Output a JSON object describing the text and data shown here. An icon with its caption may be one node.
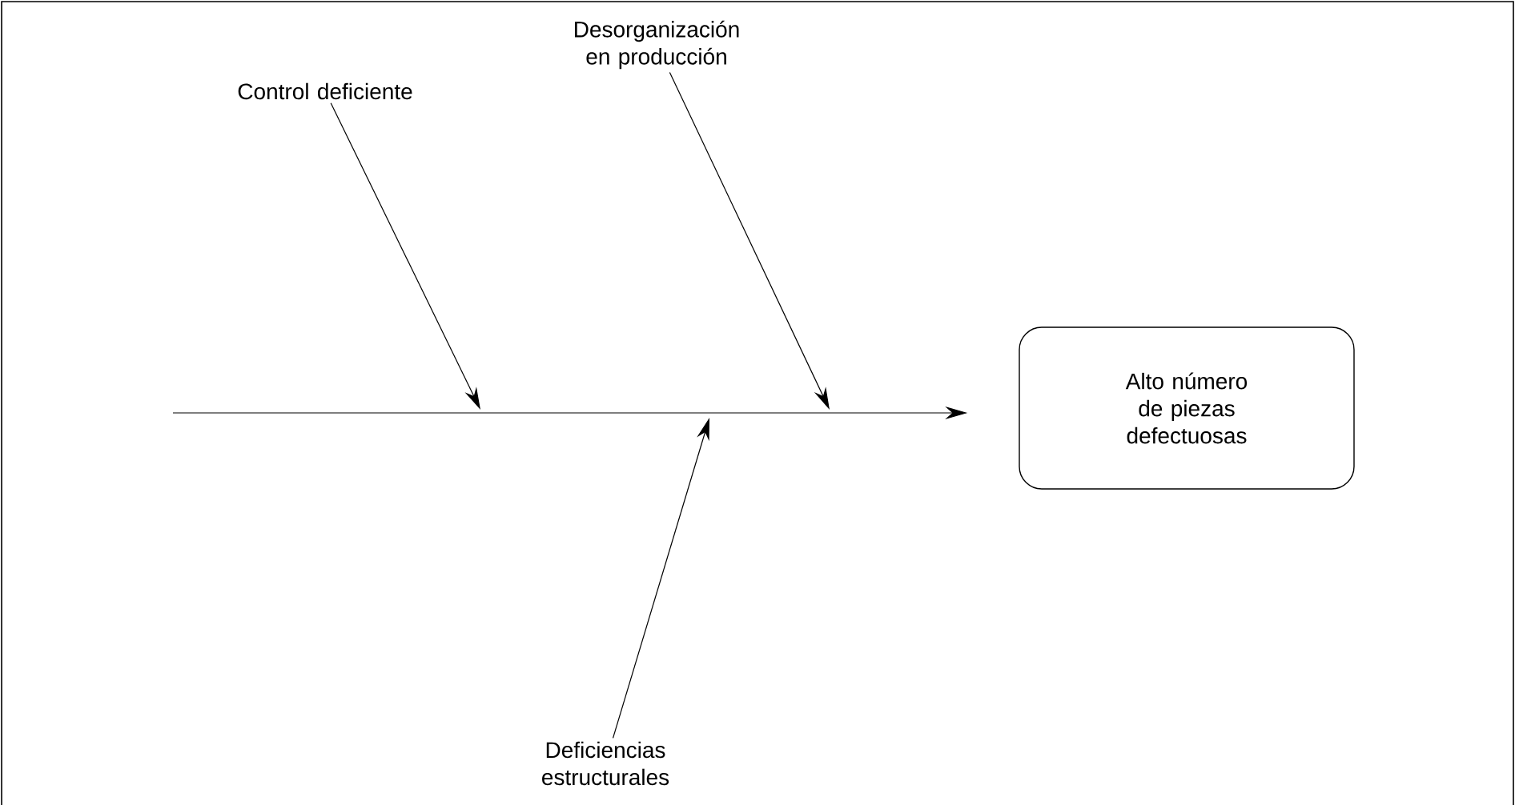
{
  "diagram": {
    "nodes": [
      {
        "text": [
          "Control deficiente"
        ]
      },
      {
        "text": [
          "Desorganización en producción"
        ]
      },
      {
        "text": [
          "Alto número de piezas defectuosas"
        ]
      },
      {
        "text": [
          "Deficiencias estructurales"
        ]
      }
    ],
    "edges": [
      {
        "from": null,
        "to": 2,
        "arrow": "to"
      },
      {
        "from": 0,
        "to": null,
        "arrow": "to"
      },
      {
        "from": 1,
        "to": null,
        "arrow": "to"
      },
      {
        "from": 3,
        "to": null,
        "arrow": "to"
      }
    ]
  }
}
